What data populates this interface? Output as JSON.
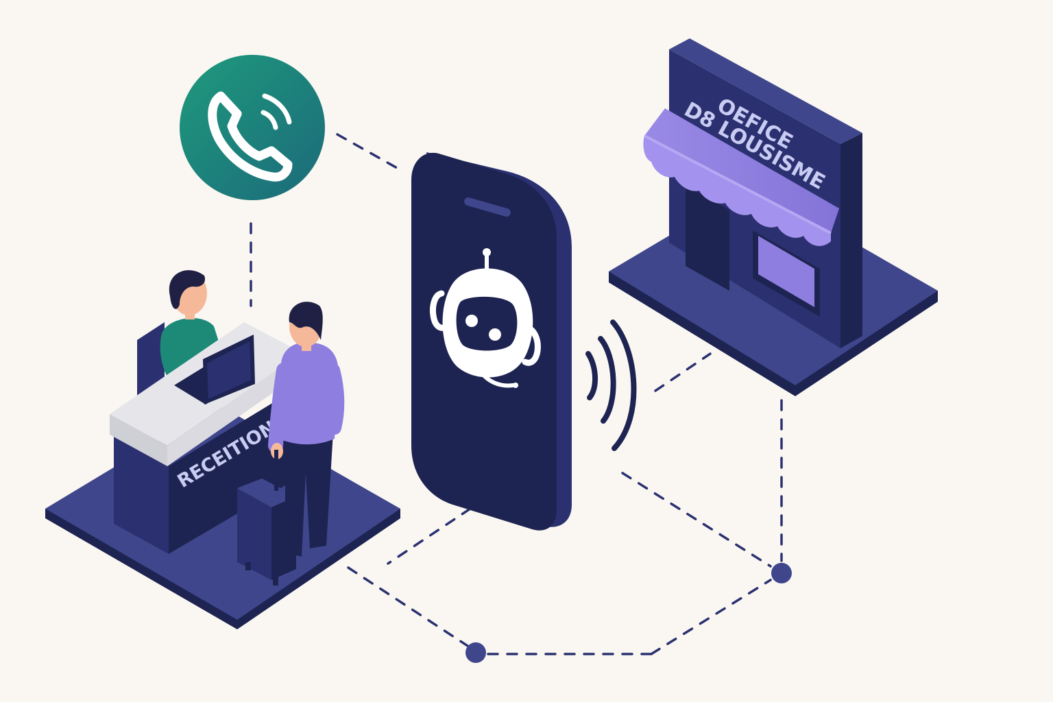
{
  "reception": {
    "label": "RECEITION"
  },
  "office": {
    "line1": "OEFICE",
    "line2": "D8 LOUSISME"
  },
  "colors": {
    "background": "#FAF7F2",
    "navy": "#1E2452",
    "indigo": "#3F468C",
    "indigo_dark": "#2B3170",
    "purple": "#8E7EE0",
    "green": "#1D8A78",
    "desk_top": "#E6E6EA",
    "skin": "#F5B99A",
    "hair": "#1F2044",
    "sign_text": "#C9CCF2"
  },
  "icons": [
    "phone-icon",
    "robot-icon",
    "signal-waves-icon"
  ]
}
